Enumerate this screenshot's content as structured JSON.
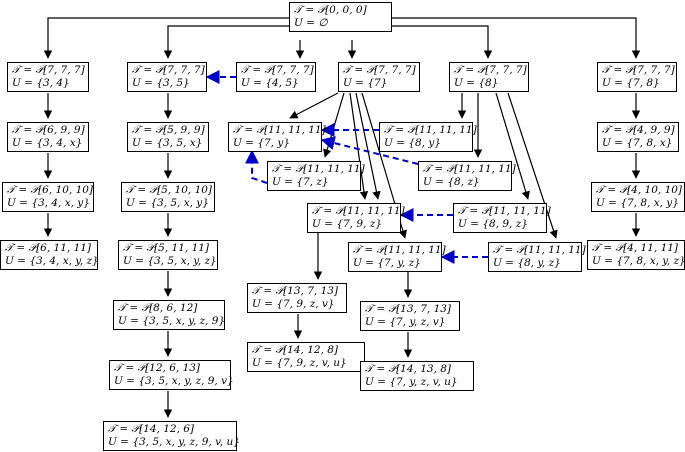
{
  "nodes": {
    "root": {
      "t": "𝒯 = 𝒫[0, 0, 0]",
      "u": "U = ∅"
    },
    "c1r0": {
      "t": "𝒯 = 𝒫[7, 7, 7]",
      "u": "U = {3, 4}"
    },
    "c1r1": {
      "t": "𝒯 = 𝒫[6, 9, 9]",
      "u": "U = {3, 4, x}"
    },
    "c1r2": {
      "t": "𝒯 = 𝒫[6, 10, 10]",
      "u": "U = {3, 4, x, y}"
    },
    "c1r3": {
      "t": "𝒯 = 𝒫[6, 11, 11]",
      "u": "U = {3, 4, x, y, z}"
    },
    "c2r0": {
      "t": "𝒯 = 𝒫[7, 7, 7]",
      "u": "U = {3, 5}"
    },
    "c2r1": {
      "t": "𝒯 = 𝒫[5, 9, 9]",
      "u": "U = {3, 5, x}"
    },
    "c2r2": {
      "t": "𝒯 = 𝒫[5, 10, 10]",
      "u": "U = {3, 5, x, y}"
    },
    "c2r3": {
      "t": "𝒯 = 𝒫[5, 11, 11]",
      "u": "U = {3, 5, x, y, z}"
    },
    "c2r4": {
      "t": "𝒯 = 𝒫[8, 6, 12]",
      "u": "U = {3, 5, x, y, z, 9}"
    },
    "c2r5": {
      "t": "𝒯 = 𝒫[12, 6, 13]",
      "u": "U = {3, 5, x, y, z, 9, v}"
    },
    "c2r6": {
      "t": "𝒯 = 𝒫[14, 12, 6]",
      "u": "U = {3, 5, x, y, z, 9, v, u}"
    },
    "c3r0": {
      "t": "𝒯 = 𝒫[7, 7, 7]",
      "u": "U = {4, 5}"
    },
    "c4r0": {
      "t": "𝒯 = 𝒫[7, 7, 7]",
      "u": "U = {7}"
    },
    "n7y": {
      "t": "𝒯 = 𝒫[11, 11, 11]",
      "u": "U = {7, y}"
    },
    "n7z": {
      "t": "𝒯 = 𝒫[11, 11, 11]",
      "u": "U = {7, z}"
    },
    "n79z": {
      "t": "𝒯 = 𝒫[11, 11, 11]",
      "u": "U = {7, 9, z}"
    },
    "n7yz": {
      "t": "𝒯 = 𝒫[11, 11, 11]",
      "u": "U = {7, y, z}"
    },
    "n79zv": {
      "t": "𝒯 = 𝒫[13, 7, 13]",
      "u": "U = {7, 9, z, v}"
    },
    "n79zvu": {
      "t": "𝒯 = 𝒫[14, 12, 8]",
      "u": "U = {7, 9, z, v, u}"
    },
    "n7yzv": {
      "t": "𝒯 = 𝒫[13, 7, 13]",
      "u": "U = {7, y, z, v}"
    },
    "n7yzvu": {
      "t": "𝒯 = 𝒫[14, 13, 8]",
      "u": "U = {7, y, z, v, u}"
    },
    "c5r0": {
      "t": "𝒯 = 𝒫[7, 7, 7]",
      "u": "U = {8}"
    },
    "n8y": {
      "t": "𝒯 = 𝒫[11, 11, 11]",
      "u": "U = {8, y}"
    },
    "n8z": {
      "t": "𝒯 = 𝒫[11, 11, 11]",
      "u": "U = {8, z}"
    },
    "n89z": {
      "t": "𝒯 = 𝒫[11, 11, 11]",
      "u": "U = {8, 9, z}"
    },
    "n8yz": {
      "t": "𝒯 = 𝒫[11, 11, 11]",
      "u": "U = {8, y, z}"
    },
    "c6r0": {
      "t": "𝒯 = 𝒫[7, 7, 7]",
      "u": "U = {7, 8}"
    },
    "c6r1": {
      "t": "𝒯 = 𝒫[4, 9, 9]",
      "u": "U = {7, 8, x}"
    },
    "c6r2": {
      "t": "𝒯 = 𝒫[4, 10, 10]",
      "u": "U = {7, 8, x, y}"
    },
    "c6r3": {
      "t": "𝒯 = 𝒫[4, 11, 11]",
      "u": "U = {7, 8, x, y, z}"
    }
  },
  "colors": {
    "edge": "#000000",
    "dashed_edge": "#0000cc"
  }
}
